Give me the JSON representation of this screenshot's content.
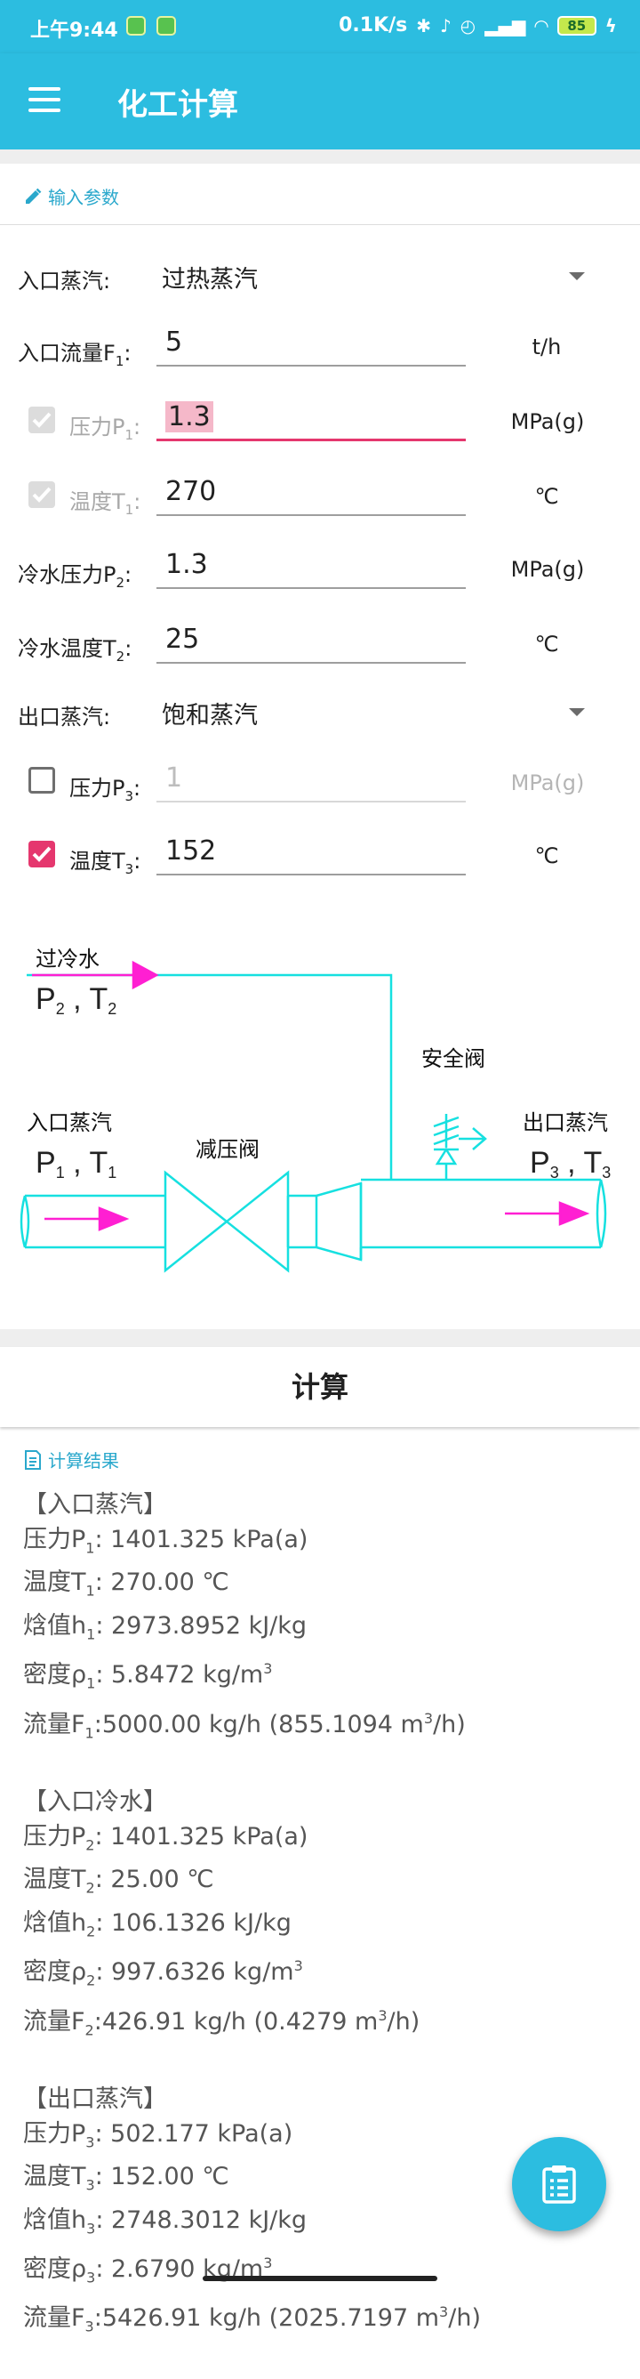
{
  "status_bar": {
    "time": "上午9:44",
    "net_speed": "0.1K/s",
    "battery": "85",
    "accent": "#2cbde0"
  },
  "app": {
    "title": "化工计算"
  },
  "input_section": {
    "header": "输入参数"
  },
  "form": {
    "inlet_type": {
      "label": "入口蒸汽:",
      "value": "过热蒸汽"
    },
    "inlet_flow": {
      "label": "入口流量F",
      "sub": "1",
      "colon": ":",
      "value": "5",
      "unit": "t/h"
    },
    "pressure_p1": {
      "label": "压力P",
      "sub": "1",
      "colon": ":",
      "value": "1.3",
      "unit": "MPa(g)",
      "checked": true,
      "enabled": false
    },
    "temp_t1": {
      "label": "温度T",
      "sub": "1",
      "colon": ":",
      "value": "270",
      "unit": "℃",
      "checked": true,
      "enabled": false
    },
    "cold_pressure": {
      "label": "冷水压力P",
      "sub": "2",
      "colon": ":",
      "value": "1.3",
      "unit": "MPa(g)"
    },
    "cold_temp": {
      "label": "冷水温度T",
      "sub": "2",
      "colon": ":",
      "value": "25",
      "unit": "℃"
    },
    "outlet_type": {
      "label": "出口蒸汽:",
      "value": "饱和蒸汽"
    },
    "pressure_p3": {
      "label": "压力P",
      "sub": "3",
      "colon": ":",
      "value": "1",
      "unit": "MPa(g)",
      "checked": false
    },
    "temp_t3": {
      "label": "温度T",
      "sub": "3",
      "colon": ":",
      "value": "152",
      "unit": "℃",
      "checked": true
    }
  },
  "diagram": {
    "desuper_water": "过冷水",
    "p2": "P",
    "p2_sub": "2",
    "t2": "T",
    "t2_sub": "2",
    "inlet": "入口蒸汽",
    "p1": "P",
    "p1_sub": "1",
    "t1": "T",
    "t1_sub": "1",
    "valve": "减压阀",
    "safety_valve": "安全阀",
    "outlet": "出口蒸汽",
    "p3": "P",
    "p3_sub": "3",
    "t3": "T",
    "t3_sub": "3",
    "pipe_color": "#16e0e0",
    "arrow_color": "#ff1fd2"
  },
  "calc_button": "计算",
  "results": {
    "header": "计算结果",
    "inlet_steam": {
      "title": "【入口蒸汽】",
      "pressure": {
        "label": "压力P",
        "sub": "1",
        "text": ": 1401.325 kPa(a)"
      },
      "temperature": {
        "label": "温度T",
        "sub": "1",
        "text": ": 270.00 ℃"
      },
      "enthalpy": {
        "label": "焓值h",
        "sub": "1",
        "text": ": 2973.8952 kJ/kg"
      },
      "density": {
        "label": "密度ρ",
        "sub": "1",
        "text": ": 5.8472 kg/m",
        "sup": "3"
      },
      "flow": {
        "label": "流量F",
        "sub": "1",
        "text": ":5000.00 kg/h (855.1094 m",
        "sup": "3",
        "tail": "/h)"
      }
    },
    "inlet_water": {
      "title": "【入口冷水】",
      "pressure": {
        "label": "压力P",
        "sub": "2",
        "text": ": 1401.325 kPa(a)"
      },
      "temperature": {
        "label": "温度T",
        "sub": "2",
        "text": ": 25.00 ℃"
      },
      "enthalpy": {
        "label": "焓值h",
        "sub": "2",
        "text": ": 106.1326 kJ/kg"
      },
      "density": {
        "label": "密度ρ",
        "sub": "2",
        "text": ": 997.6326 kg/m",
        "sup": "3"
      },
      "flow": {
        "label": "流量F",
        "sub": "2",
        "text": ":426.91 kg/h (0.4279 m",
        "sup": "3",
        "tail": "/h)"
      }
    },
    "outlet_steam": {
      "title": "【出口蒸汽】",
      "pressure": {
        "label": "压力P",
        "sub": "3",
        "text": ": 502.177 kPa(a)"
      },
      "temperature": {
        "label": "温度T",
        "sub": "3",
        "text": ": 152.00 ℃"
      },
      "enthalpy": {
        "label": "焓值h",
        "sub": "3",
        "text": ": 2748.3012 kJ/kg"
      },
      "density": {
        "label": "密度ρ",
        "sub": "3",
        "text": ": 2.6790 kg/m",
        "sup": "3"
      },
      "flow": {
        "label": "流量F",
        "sub": "3",
        "text": ":5426.91 kg/h (2025.7197 m",
        "sup": "3",
        "tail": "/h)"
      }
    }
  }
}
